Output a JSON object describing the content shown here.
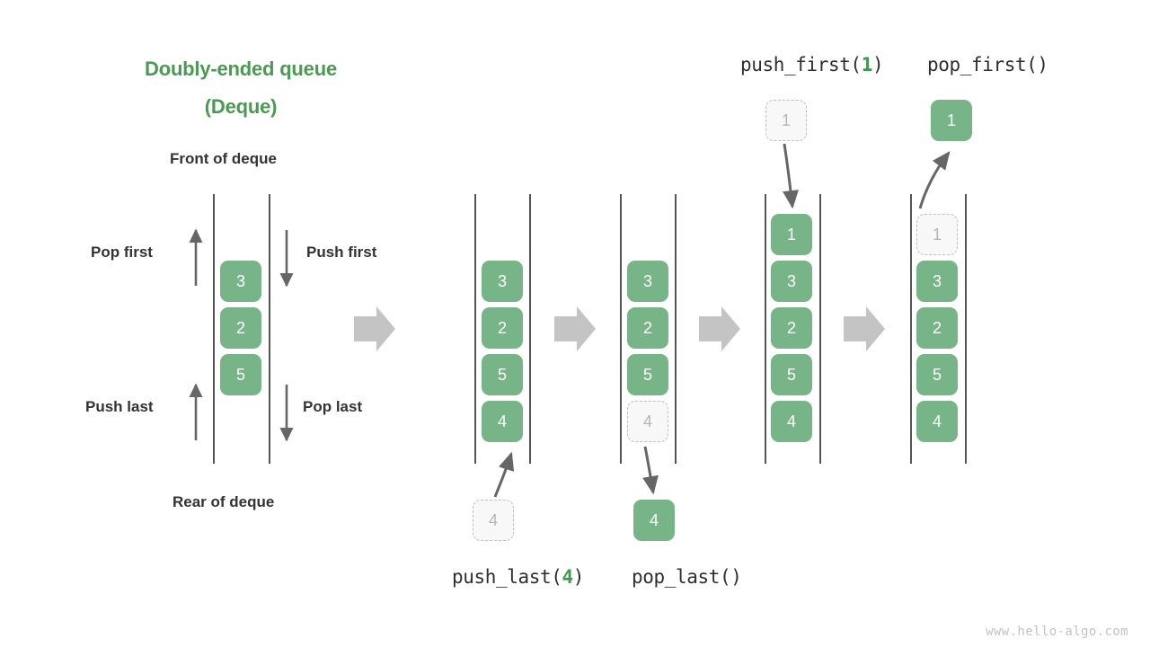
{
  "title": {
    "line1": "Doubly-ended queue",
    "line2": "(Deque)"
  },
  "labels": {
    "front_of_deque": "Front of deque",
    "rear_of_deque": "Rear of deque",
    "pop_first": "Pop first",
    "push_first": "Push first",
    "push_last": "Push last",
    "pop_last": "Pop last"
  },
  "operations": {
    "push_last": {
      "name": "push_last(",
      "arg": "4",
      "close": ")"
    },
    "pop_last": {
      "name": "pop_last()",
      "arg": "",
      "close": ""
    },
    "push_first": {
      "name": "push_first(",
      "arg": "1",
      "close": ")"
    },
    "pop_first": {
      "name": "pop_first()",
      "arg": "",
      "close": ""
    }
  },
  "colors": {
    "accent_green": "#4a9a52",
    "cell_green": "#77b488",
    "ghost_fill": "#f8f8f8",
    "ghost_border": "#bfbfbf",
    "rail": "#555555",
    "arrow_gray": "#666666",
    "big_arrow_gray": "#c4c4c4",
    "text_dark": "#333333",
    "watermark": "#c3c3c3"
  },
  "stacks": [
    {
      "id": "stack-initial",
      "items": [
        "3",
        "2",
        "5"
      ],
      "ghost_indices": []
    },
    {
      "id": "stack-before-push-last",
      "items": [
        "3",
        "2",
        "5",
        "4"
      ],
      "ghost_indices": []
    },
    {
      "id": "stack-after-push-last",
      "items": [
        "3",
        "2",
        "5",
        "4"
      ],
      "ghost_indices": [
        3
      ]
    },
    {
      "id": "stack-after-push-first",
      "items": [
        "1",
        "3",
        "2",
        "5",
        "4"
      ],
      "ghost_indices": []
    },
    {
      "id": "stack-after-pop-first",
      "items": [
        "1",
        "3",
        "2",
        "5",
        "4"
      ],
      "ghost_indices": [
        0
      ]
    }
  ],
  "floating_cells": {
    "push_last_source": {
      "value": "4",
      "state": "ghost"
    },
    "pop_last_result": {
      "value": "4",
      "state": "solid"
    },
    "push_first_source": {
      "value": "1",
      "state": "ghost"
    },
    "pop_first_result": {
      "value": "1",
      "state": "solid"
    }
  },
  "watermark": "www.hello-algo.com"
}
